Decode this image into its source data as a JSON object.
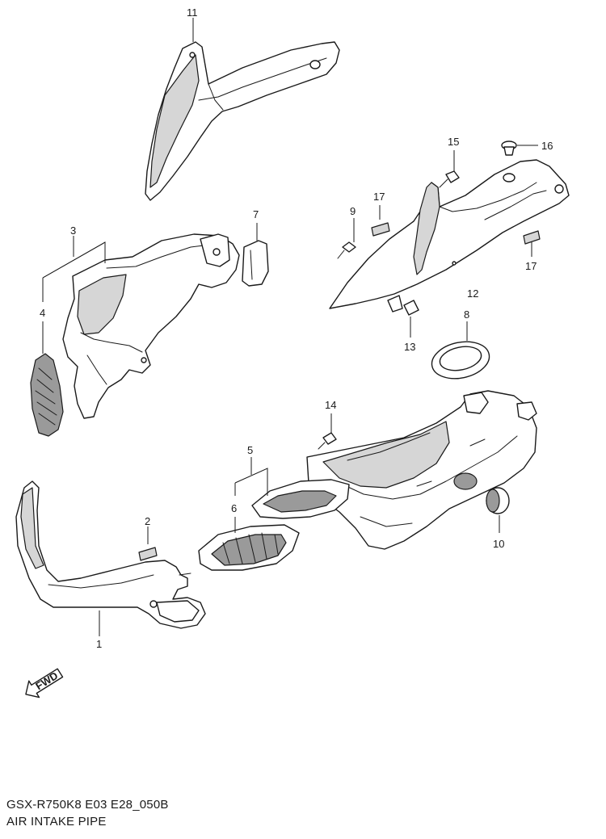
{
  "diagram": {
    "callouts": {
      "c1": "1",
      "c2": "2",
      "c3": "3",
      "c4": "4",
      "c5": "5",
      "c6": "6",
      "c7": "7",
      "c8": "8",
      "c9": "9",
      "c10": "10",
      "c11": "11",
      "c12": "12",
      "c13": "13",
      "c14": "14",
      "c15": "15",
      "c16": "16",
      "c17a": "17",
      "c17b": "17"
    },
    "fwd_label": "FWD"
  },
  "footer": {
    "code": "GSX-R750K8 E03 E28_050B",
    "title": "AIR INTAKE PIPE"
  }
}
